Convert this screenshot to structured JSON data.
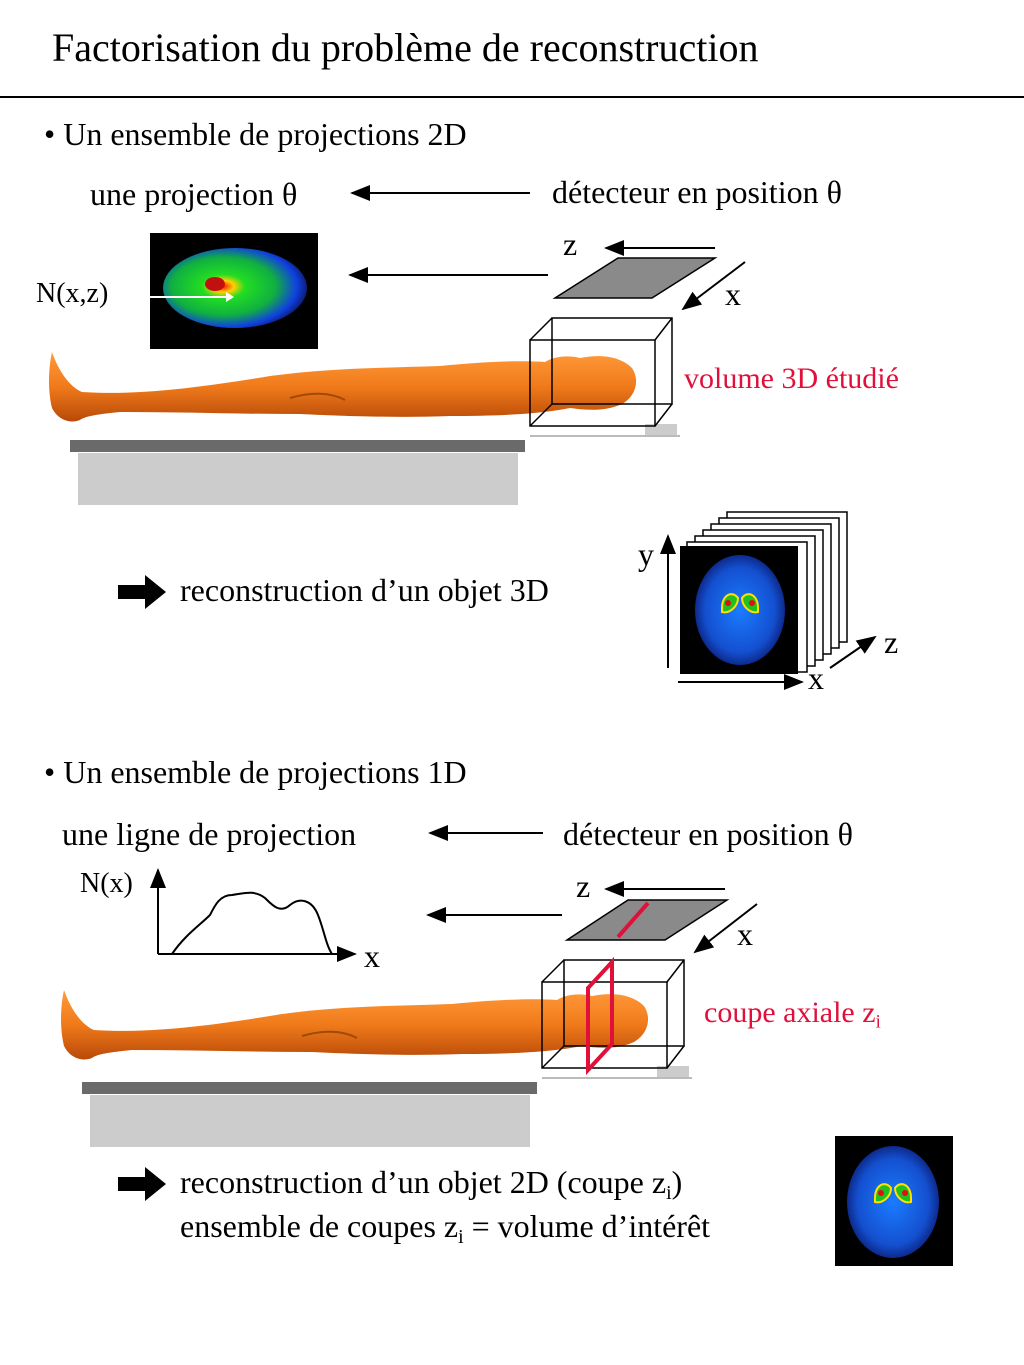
{
  "title": "Factorisation du problème de reconstruction",
  "section1": {
    "bullet": "• Un ensemble de projections 2D",
    "left_label": "une projection θ",
    "right_label": "détecteur en position θ",
    "n_label": "N(x,z)",
    "axis_z": "z",
    "axis_x": "x",
    "volume_label": "volume 3D étudié",
    "result": "reconstruction d’un objet 3D",
    "stack_y": "y",
    "stack_z": "z",
    "stack_x": "x"
  },
  "section2": {
    "bullet": "• Un ensemble de projections 1D",
    "left_label": "une ligne de projection",
    "right_label": "détecteur en position θ",
    "n_label": "N(x)",
    "plot_x": "x",
    "axis_z": "z",
    "axis_x": "x",
    "slice_label": "coupe axiale  z",
    "slice_sub": "i",
    "result_line1_a": "reconstruction d’un objet 2D (coupe z",
    "result_line1_sub": "i",
    "result_line1_b": ")",
    "result_line2_a": "ensemble de coupes z",
    "result_line2_sub": "i",
    "result_line2_b": " = volume d’intérêt"
  },
  "colors": {
    "body_orange": "#f07a1a",
    "highlight_red": "#e0103a",
    "detector_gray": "#808080",
    "table_gray": "#cccccc"
  }
}
